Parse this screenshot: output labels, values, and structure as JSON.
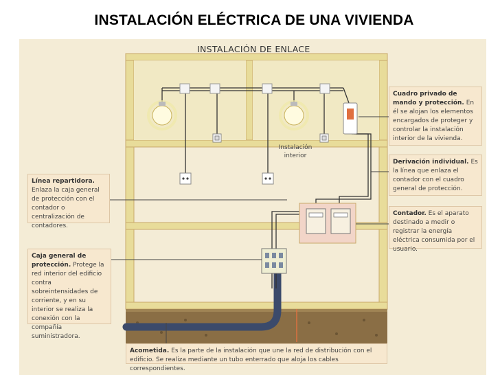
{
  "page": {
    "main_title": "INSTALACIÓN ELÉCTRICA DE UNA VIVIENDA",
    "subtitle": "INSTALACIÓN DE ENLACE"
  },
  "diagram": {
    "interior_label": "Instalación interior",
    "labels": {
      "cuadro": {
        "term": "Cuadro privado de mando y protección.",
        "desc": " En él se alojan los elementos encargados de proteger y controlar la instalación interior de la vivienda."
      },
      "derivacion": {
        "term": "Derivación individual.",
        "desc": " Es la línea que enlaza el contador con el cuadro general de protección."
      },
      "contador": {
        "term": "Contador.",
        "desc": " Es el aparato destinado a medir o registrar la energía eléctrica consumida por el usuario."
      },
      "linea": {
        "term": "Línea repartidora.",
        "desc": " Enlaza la caja general de protección con el contador o centralización de contadores."
      },
      "caja": {
        "term": "Caja general de protección.",
        "desc": " Protege la red interior del edificio contra sobreintensidades de corriente, y en su interior se realiza la conexión con la compañía suministradora."
      },
      "acometida": {
        "term": "Acometida.",
        "desc": " Es la parte de la instalación que une la red de distribución con el edificio. Se realiza mediante un tubo enterrado que aloja los cables correspondientes."
      }
    },
    "colors": {
      "wall": "#e8dc9a",
      "wall_border": "#c9a96a",
      "label_fill": "#f7e8cf",
      "ground": "#8a6e45",
      "pipe": "#3b4a6b",
      "wire": "#333333",
      "accent": "#e07040"
    },
    "icons": [
      "ceiling-lamp-icon",
      "switch-icon",
      "socket-icon",
      "electric-meter-icon",
      "fuse-box-icon",
      "junction-box-icon"
    ]
  }
}
